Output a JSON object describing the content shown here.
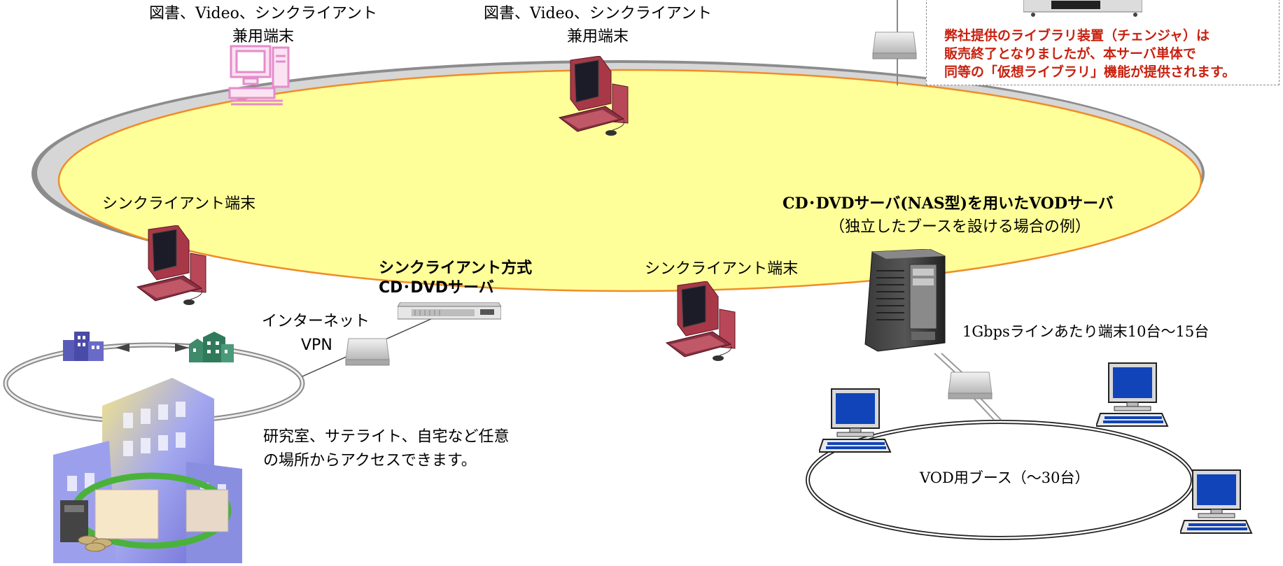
{
  "labels": {
    "dual_terminal_left_l1": "図書、Video、シンクライアント",
    "dual_terminal_left_l2": "兼用端末",
    "dual_terminal_center_l1": "図書、Video、シンクライアント",
    "dual_terminal_center_l2": "兼用端末",
    "thin_client_left": "シンクライアント端末",
    "thin_client_center": "シンクライアント端末",
    "thin_server_l1": "シンクライアント方式",
    "thin_server_l2": "CD･DVDサーバ",
    "internet": "インターネット",
    "vpn": "VPN",
    "vod_title_l1": "CD･DVDサーバ(NAS型)を用いたVODサーバ",
    "vod_title_l2": "（独立したブースを設ける場合の例）",
    "line_capacity": "1Gbpsラインあたり端末10台～15台",
    "remote_access_l1": "研究室、サテライト、自宅など任意",
    "remote_access_l2": "の場所からアクセスできます。",
    "booth": "VOD用ブース（～30台）"
  },
  "notice": {
    "line1": "弊社提供のライブラリ装置（チェンジャ）は",
    "line2": "販売終了となりましたが、本サーバ単体で",
    "line3": "同等の「仮想ライブラリ」機能が提供されます。"
  },
  "colors": {
    "network_fill": "#ffff99",
    "network_border": "#f08c28",
    "network_shadow": "#8c8c8c",
    "notice_text": "#c8200e",
    "monitor_screen": "#1044b8",
    "crt_body": "#a83848",
    "pink_icon": "#e58ccb"
  },
  "icons": [
    "pink-desktop-icon",
    "crt-terminal-icon",
    "server-tower-icon",
    "rack-server-icon",
    "network-switch-icon",
    "lcd-terminal-icon",
    "building-icon",
    "office-complex-icon"
  ]
}
